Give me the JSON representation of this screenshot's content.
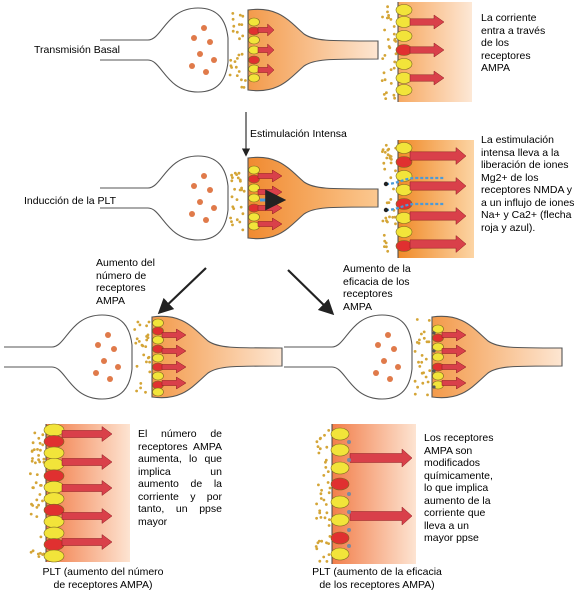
{
  "labels": {
    "basal": "Transmisión Basal",
    "stim": "Estimulación Intensa",
    "induction": "Inducción de la PLT",
    "basal_desc": "La corriente\nentra a través\nde los\nreceptores\nAMPA",
    "induction_desc": "La estimulación\nintensa lleva a la\nliberación de iones\nMg2+ de los\nreceptores NMDA y\na un influjo de iones\nNa+ y Ca2+ (flecha\nroja y azul).",
    "left_branch": "Aumento del\nnúmero de\nreceptores\nAMPA",
    "right_branch": "Aumento de la\neficacia de los\nreceptores\nAMPA",
    "left_desc": "El número de receptores AMPA aumenta, lo que implica un aumento de la corriente y por tanto, un ppse mayor",
    "right_desc": "Los receptores\nAMPA son\nmodificados\nquímicamente,\nlo que implica\naumento de la\ncorriente que\nlleva a un\nmayor ppse",
    "left_caption": "PLT (aumento del número\nde receptores AMPA)",
    "right_caption": "PLT (aumento de la eficacia\nde los receptores AMPA)"
  },
  "colors": {
    "vesicle": "#e07a4a",
    "dot": "#d4a537",
    "receptor_yellow": "#f2e43a",
    "receptor_red": "#e03030",
    "arrow": "#d9404a",
    "nmda_channel": "#4a9ad8",
    "gradient_strong": "#f5a050",
    "gradient_light": "#fde2c8"
  }
}
